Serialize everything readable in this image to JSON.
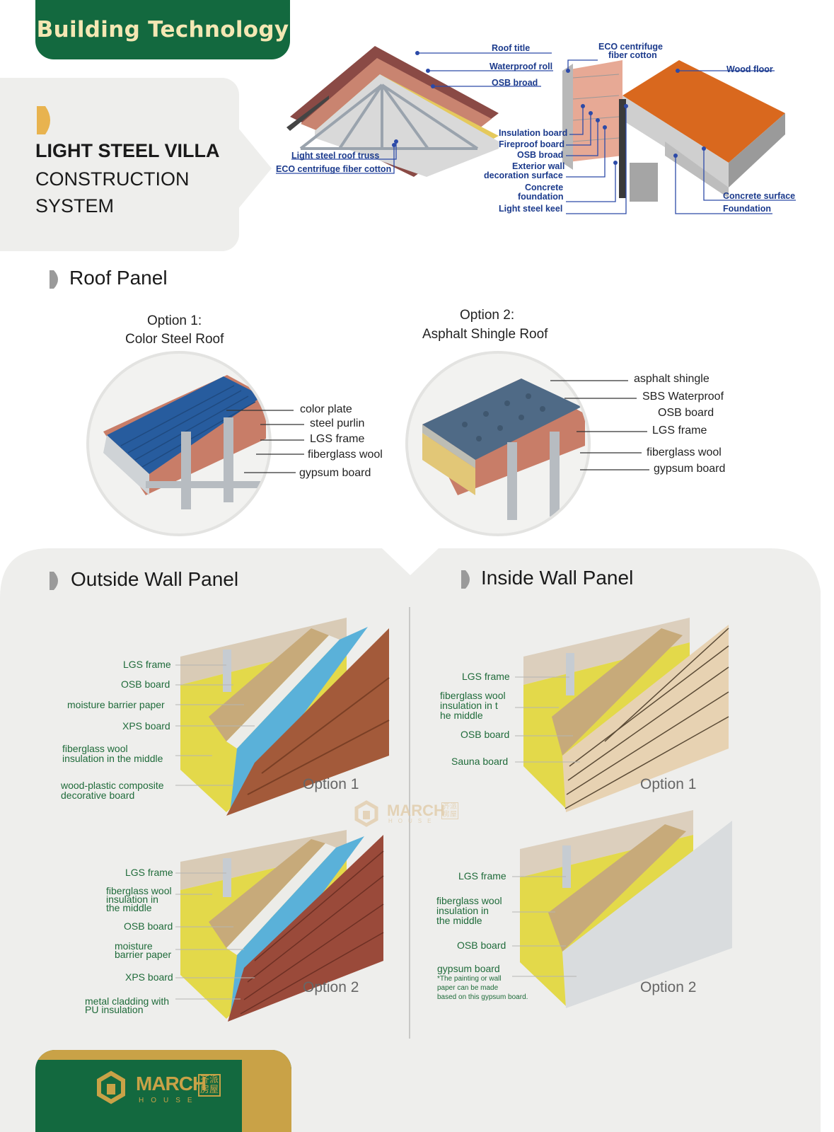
{
  "header": {
    "badge_text": "Building Technology"
  },
  "title_card": {
    "line1": "LIGHT STEEL VILLA",
    "line2": "CONSTRUCTION",
    "line3": "SYSTEM"
  },
  "roof_diagram": {
    "labels": {
      "roof_title": "Roof title",
      "waterproof_roll": "Waterproof roll",
      "osb_broad": "OSB broad",
      "light_steel_roof_truss": "Light steel roof truss",
      "eco_cotton": "ECO centrifuge fiber cotton"
    }
  },
  "floor_diagram": {
    "labels": {
      "eco_cotton_line1": "ECO centrifuge",
      "eco_cotton_line2": "fiber cotton",
      "wood_floor": "Wood floor",
      "insulation_board": "Insulation board",
      "fireproof_board": "Fireproof board",
      "osb_broad": "OSB broad",
      "exterior_wall_line1": "Exterior wall",
      "exterior_wall_line2": "decoration surface",
      "concrete_foundation_line1": "Concrete",
      "concrete_foundation_line2": "foundation",
      "light_steel_keel": "Light steel keel",
      "concrete_surface": "Concrete surface",
      "foundation": "Foundation"
    }
  },
  "roof_panel": {
    "heading": "Roof Panel",
    "option1": {
      "title_line1": "Option 1:",
      "title_line2": "Color Steel Roof",
      "layers": [
        "color plate",
        "steel purlin",
        "LGS frame",
        "fiberglass wool",
        "gypsum board"
      ]
    },
    "option2": {
      "title_line1": "Option 2:",
      "title_line2": "Asphalt Shingle Roof",
      "layers": [
        "asphalt shingle",
        "SBS Waterproof",
        "OSB board",
        "LGS frame",
        "fiberglass wool",
        "gypsum board"
      ]
    }
  },
  "outside_wall": {
    "heading": "Outside Wall Panel",
    "option1": {
      "tag": "Option 1",
      "layers": [
        "LGS frame",
        "OSB board",
        "moisture barrier paper",
        "XPS board",
        "fiberglass wool",
        "insulation in the middle",
        "wood-plastic composite",
        "decorative board"
      ]
    },
    "option2": {
      "tag": "Option 2",
      "layers": [
        "LGS frame",
        "fiberglass wool",
        "insulation in",
        "the middle",
        "OSB board",
        "moisture",
        "barrier paper",
        "XPS board",
        "metal cladding with",
        "PU insulation"
      ]
    }
  },
  "inside_wall": {
    "heading": "Inside Wall Panel",
    "option1": {
      "tag": "Option 1",
      "layers": [
        "LGS frame",
        "fiberglass wool",
        "insulation in t",
        "he middle",
        "OSB board",
        "Sauna board"
      ]
    },
    "option2": {
      "tag": "Option 2",
      "layers": [
        "LGS frame",
        "fiberglass wool",
        "insulation in",
        "the middle",
        "OSB board",
        "gypsum board"
      ],
      "note": [
        "*The painting or wall",
        "paper can be made",
        "based on this gypsum board."
      ]
    }
  },
  "brand": {
    "word": "MARCH",
    "sub": "HOUSE",
    "cn_top": "齐派",
    "cn_bottom": "房屋"
  },
  "colors": {
    "brand_green": "#13693f",
    "brand_gold": "#c9a247",
    "label_blue": "#1b3a8c",
    "wall_label_green": "#1f6b3a",
    "card_grey": "#eeeeec"
  }
}
